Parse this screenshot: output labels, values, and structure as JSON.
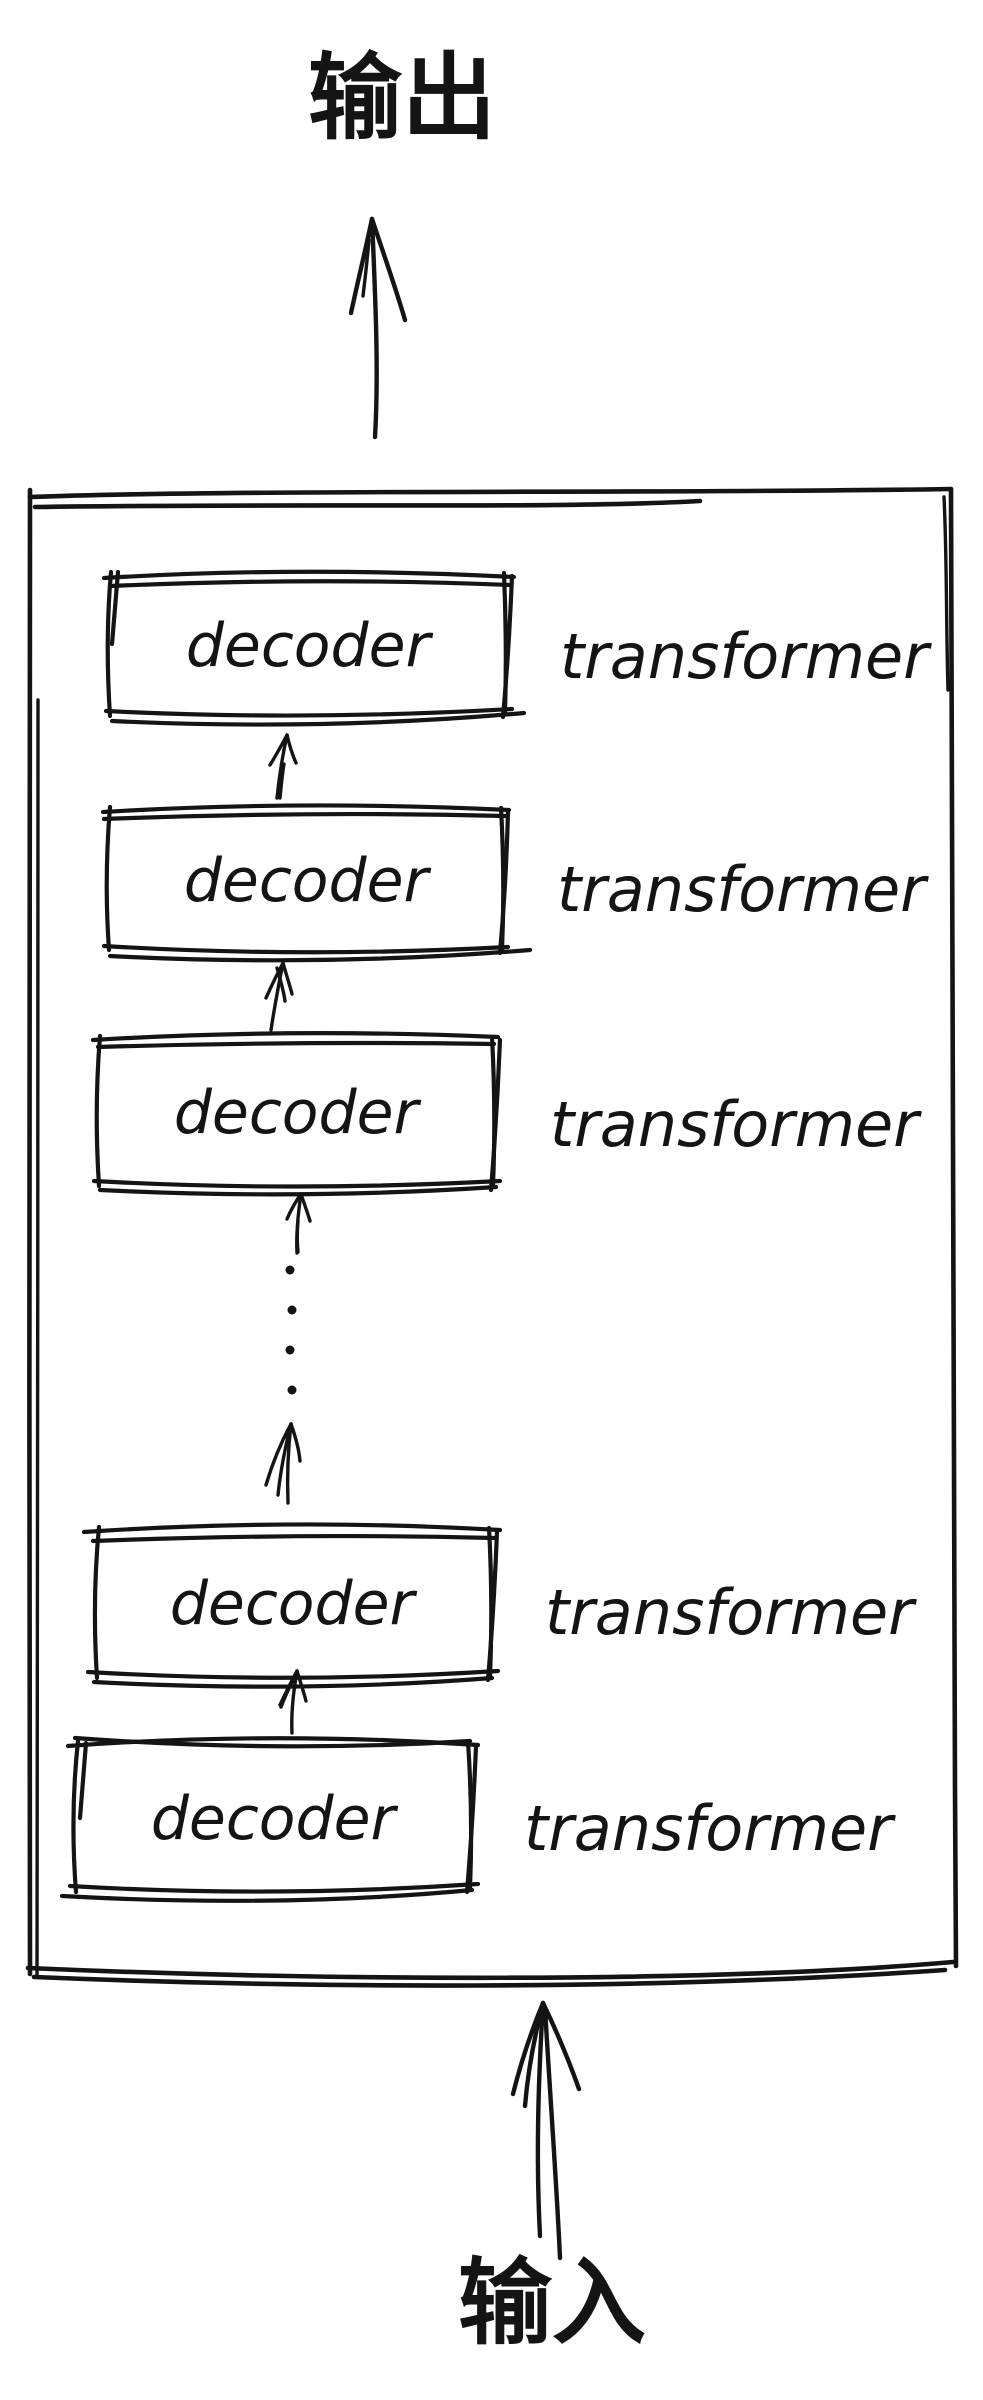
{
  "canvas": {
    "background": "#ffffff",
    "ink": "#141414"
  },
  "labels": {
    "output": "输出",
    "input": "输入"
  },
  "layers": [
    {
      "box_label": "decoder",
      "side_label": "transformer"
    },
    {
      "box_label": "decoder",
      "side_label": "transformer"
    },
    {
      "box_label": "decoder",
      "side_label": "transformer"
    },
    {
      "box_label": "decoder",
      "side_label": "transformer"
    },
    {
      "box_label": "decoder",
      "side_label": "transformer"
    }
  ],
  "ellipsis": {
    "dot_count": 4
  }
}
